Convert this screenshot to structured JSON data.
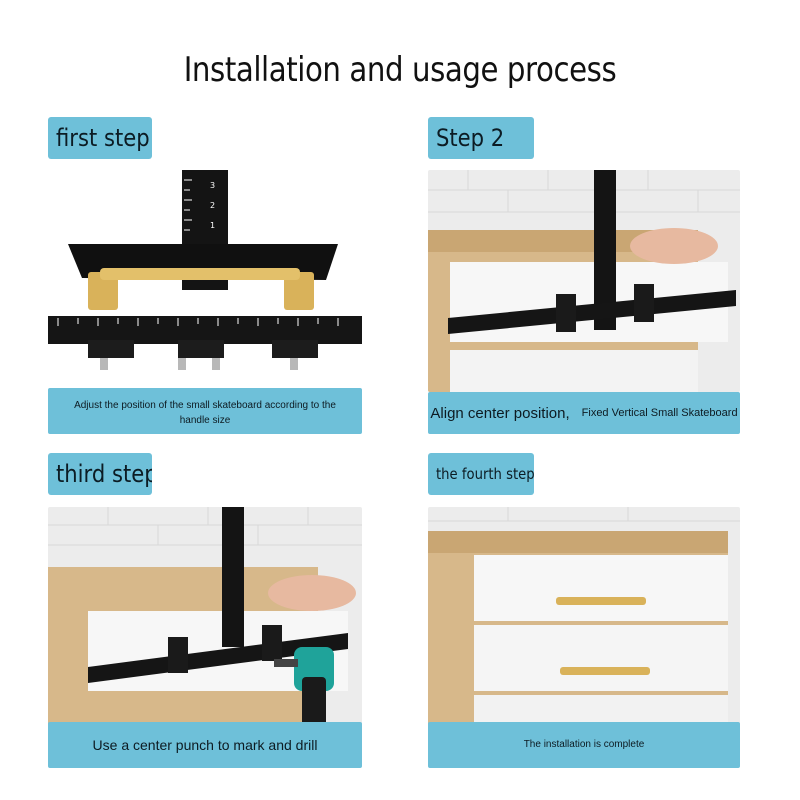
{
  "title": "Installation and usage process",
  "steps": [
    {
      "label": "first step",
      "caption": "Adjust the position of the small skateboard according to the handle size"
    },
    {
      "label": "Step 2",
      "caption_main": "Align center position,",
      "caption_sub": "Fixed Vertical Small Skateboard"
    },
    {
      "label": "third step",
      "caption": "Use a center punch to mark and drill"
    },
    {
      "label": "the fourth step",
      "caption": "The installation is complete"
    }
  ],
  "colors": {
    "label_bg": "#6ec0d9",
    "jig_black": "#141414",
    "brass_handle": "#d9b25a",
    "wood": "#d7b88a",
    "drawer_white": "#f7f7f7",
    "drill_teal": "#1fa39a"
  }
}
